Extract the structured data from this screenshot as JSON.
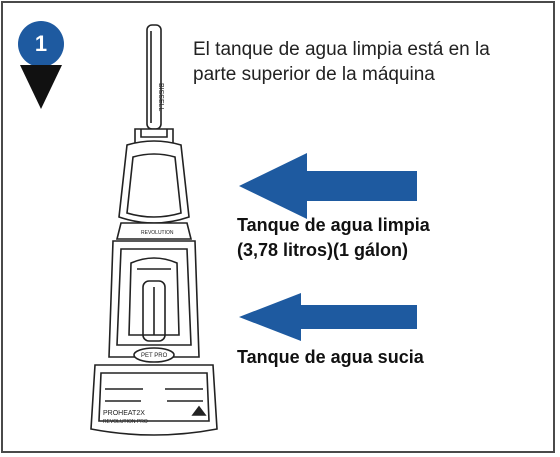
{
  "step": {
    "number": "1"
  },
  "intro": {
    "line1": "El tanque de agua limpia está en la",
    "line2": "parte superior de la máquina"
  },
  "callouts": {
    "clean_tank_line1": "Tanque de agua limpia",
    "clean_tank_line2": "(3,78 litros)(1 gálon)",
    "dirty_tank": "Tanque de agua sucia"
  },
  "machine_markings": {
    "handle_brand": "BISSELL",
    "model_line1": "PROHEAT2X",
    "model_line2": "REVOLUTION PRO",
    "body_label": "REVOLUTION",
    "badge": "PET PRO"
  },
  "colors": {
    "accent_blue": "#1e5aa0",
    "border": "#4a4a4a",
    "line_art": "#222222"
  }
}
